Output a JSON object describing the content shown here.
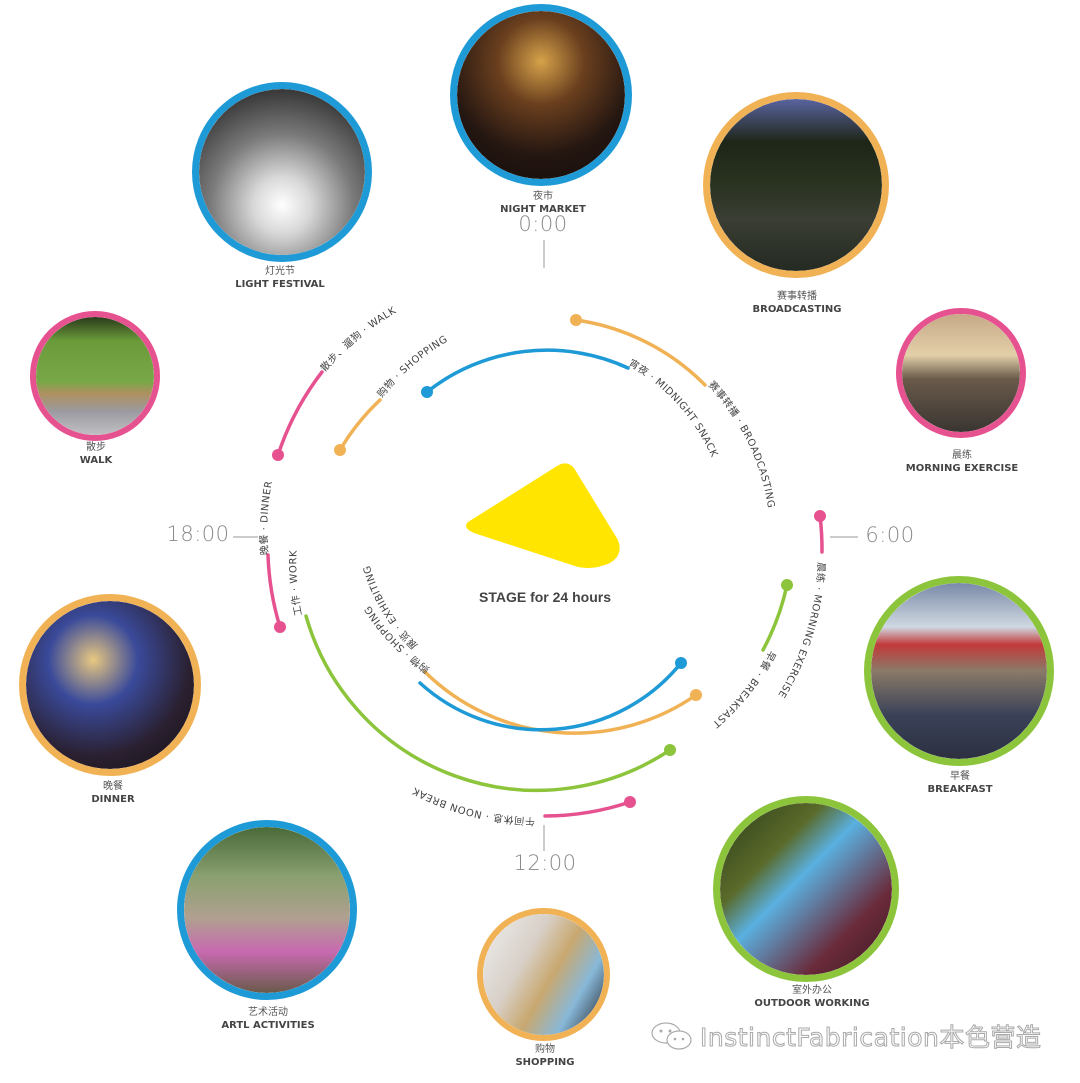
{
  "title": "STAGE for 24 hours",
  "colors": {
    "blue": "#1e9ad6",
    "orange": "#f0b255",
    "pink": "#e6518f",
    "green": "#8cc43c",
    "yellow": "#ffe500",
    "tick": "#999999"
  },
  "time_labels": {
    "t0": "0:00",
    "t6": "6:00",
    "t12": "12:00",
    "t18": "18:00"
  },
  "photos": [
    {
      "id": "night-market",
      "cn": "夜市",
      "en": "NIGHT MARKET",
      "ring": "blue"
    },
    {
      "id": "broadcasting",
      "cn": "赛事转播",
      "en": "BROADCASTING",
      "ring": "orange"
    },
    {
      "id": "morning-exercise",
      "cn": "晨练",
      "en": "MORNING EXERCISE",
      "ring": "pink"
    },
    {
      "id": "breakfast",
      "cn": "早餐",
      "en": "BREAKFAST",
      "ring": "green"
    },
    {
      "id": "outdoor-working",
      "cn": "室外办公",
      "en": "OUTDOOR WORKING",
      "ring": "green"
    },
    {
      "id": "shopping",
      "cn": "购物",
      "en": "SHOPPING",
      "ring": "orange"
    },
    {
      "id": "art-activities",
      "cn": "艺术活动",
      "en": "ARTL ACTIVITIES",
      "ring": "blue"
    },
    {
      "id": "dinner",
      "cn": "晚餐",
      "en": "DINNER",
      "ring": "orange"
    },
    {
      "id": "walk",
      "cn": "散步",
      "en": "WALK",
      "ring": "pink"
    },
    {
      "id": "light-festival",
      "cn": "灯光节",
      "en": "LIGHT FESTIVAL",
      "ring": "blue"
    }
  ],
  "arcs": {
    "walk": "散步、遛狗 · WALK",
    "shopping_night": "购物 · SHOPPING",
    "midnight_snack": "宵夜 · MIDNIGHT SNACK",
    "broadcasting": "赛事转播 · BROADCASTING",
    "morning_exercise": "晨练 · MORNING EXERCISE",
    "breakfast": "早餐 · BREAKFAST",
    "noon_break": "午间休息 · NOON BREAK",
    "shopping_day": "购物 · SHOPPING",
    "exhibiting": "展览 · EXHIBITING",
    "work": "工作 · WORK",
    "dinner": "晚餐 · DINNER"
  },
  "watermark": "InstinctFabrication本色营造"
}
